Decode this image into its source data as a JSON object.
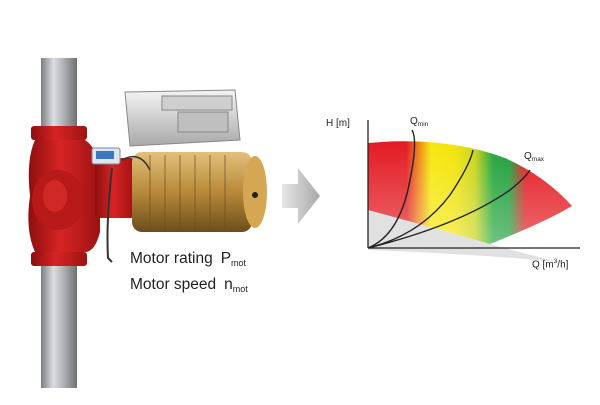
{
  "pump": {
    "rating_label": "Motor rating",
    "rating_symbol": "P",
    "rating_sub": "mot",
    "speed_label": "Motor speed",
    "speed_symbol": "n",
    "speed_sub": "mot"
  },
  "curve": {
    "y_axis": "H [m]",
    "x_axis_prefix": "Q [m",
    "x_axis_sup": "3",
    "x_axis_suffix": "/h]",
    "qmin_symbol": "Q",
    "qmin_sub": "min",
    "qmax_symbol": "Q",
    "qmax_sub": "max"
  },
  "colors": {
    "pump_red": "#c41e1e",
    "motor_gold": "#b88a3a",
    "pipe_grey": "#a9abad",
    "zone_red": "#e31b23",
    "zone_yellow": "#f2e30a",
    "zone_green": "#1fa43a",
    "arrow_grey": "#bdbdbd"
  },
  "icons": [
    "pump-illustration",
    "arrow-right-icon"
  ]
}
